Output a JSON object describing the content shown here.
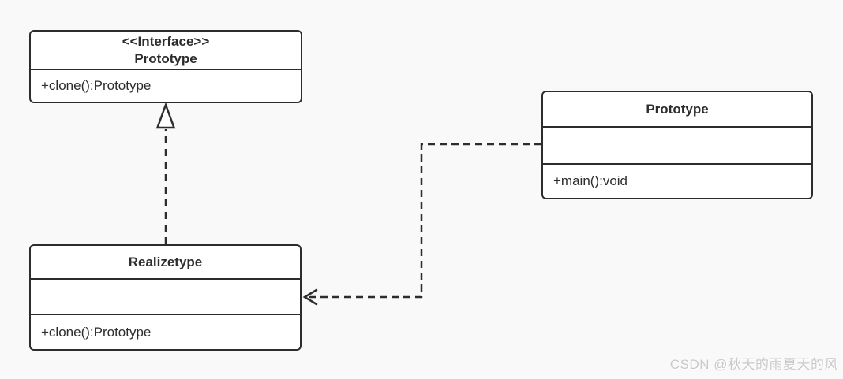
{
  "page": {
    "background_color": "#f9f9f9",
    "box_fill_color": "#ffffff",
    "line_color": "#2d2d2d",
    "watermark_color": "#c9c9c9"
  },
  "diagram": {
    "type": "uml-class-diagram",
    "classes": [
      {
        "id": "prototype-interface",
        "stereotype": "<<Interface>>",
        "name": "Prototype",
        "attributes": [],
        "methods": [
          "+clone():Prototype"
        ]
      },
      {
        "id": "prototype-client",
        "stereotype": "",
        "name": "Prototype",
        "attributes": [],
        "methods": [
          "+main():void"
        ]
      },
      {
        "id": "realizetype",
        "stereotype": "",
        "name": "Realizetype",
        "attributes": [],
        "methods": [
          "+clone():Prototype"
        ]
      }
    ],
    "relationships": [
      {
        "type": "realization",
        "from": "Realizetype",
        "to": "Prototype (interface)",
        "line_style": "dashed",
        "arrowhead": "hollow-triangle"
      },
      {
        "type": "dependency",
        "from": "Prototype (client)",
        "to": "Realizetype",
        "line_style": "dashed",
        "arrowhead": "open-arrow"
      }
    ]
  },
  "watermark": {
    "text": "CSDN @秋天的雨夏天的风"
  }
}
